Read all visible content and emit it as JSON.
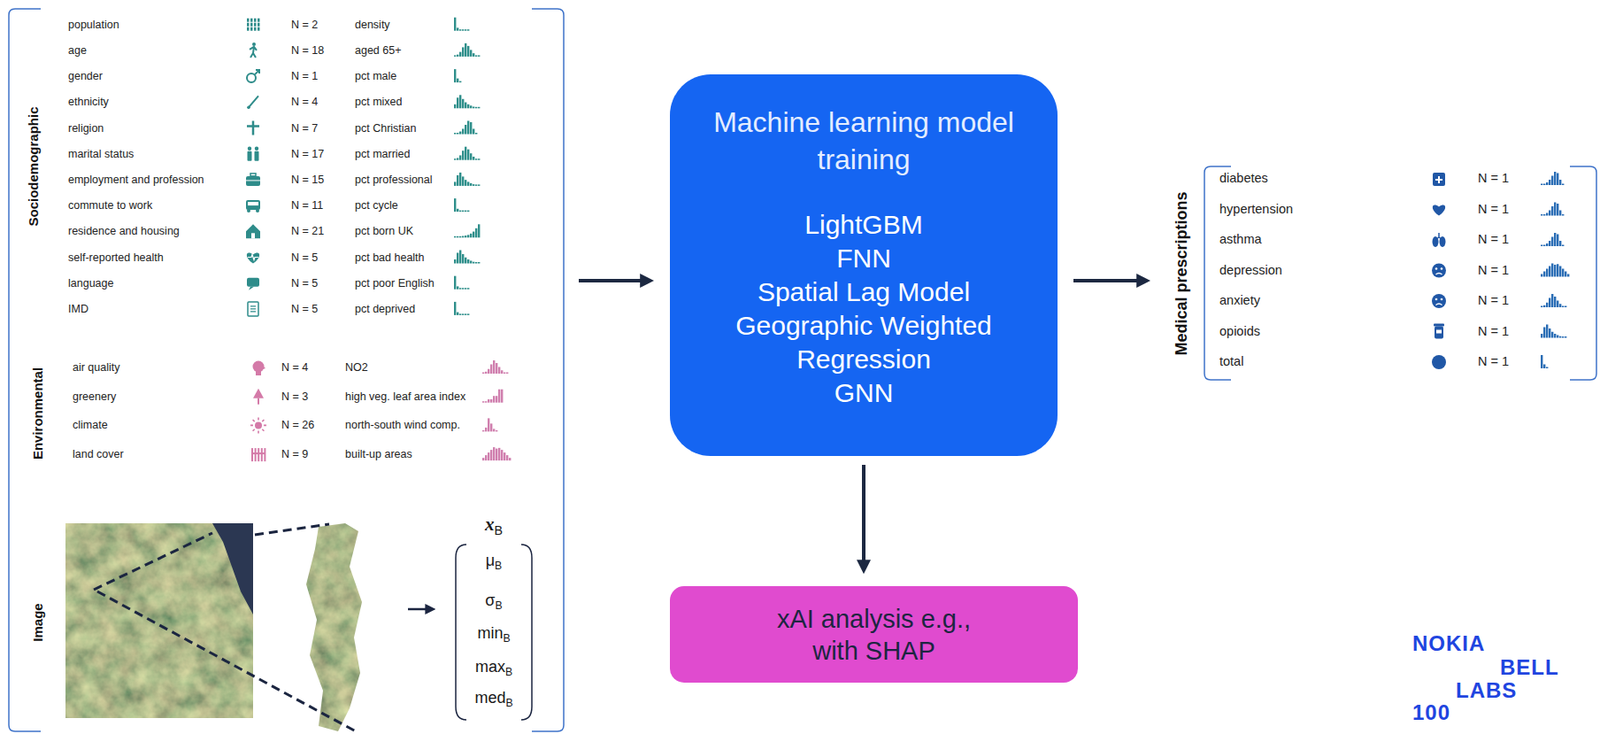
{
  "diagram": {
    "nodes": [
      {
        "text": [
          "Sociodemographic",
          "Environmental",
          "Image"
        ]
      },
      {
        "text": [
          "Machine learning model training",
          "LightGBM",
          "FNN",
          "Spatial Lag Model",
          "Geographic Weighted Regression",
          "GNN"
        ]
      },
      {
        "text": [
          "xAI analysis e.g., with SHAP"
        ]
      },
      {
        "text": [
          "Medical prescriptions"
        ]
      }
    ],
    "edges": [
      {
        "from": 0,
        "to": 1,
        "arrow": "to"
      },
      {
        "from": 1,
        "to": 3,
        "arrow": "to"
      },
      {
        "from": 1,
        "to": 2,
        "arrow": "to"
      }
    ],
    "labels": [
      "population",
      "N = 2",
      "density",
      "age",
      "N = 18",
      "aged 65+",
      "gender",
      "N = 1",
      "pct male",
      "ethnicity",
      "N = 4",
      "pct mixed",
      "religion",
      "N = 7",
      "pct Christian",
      "marital status",
      "N = 17",
      "pct married",
      "employment and profession",
      "N = 15",
      "pct professional",
      "commute to work",
      "N = 11",
      "pct cycle",
      "residence and housing",
      "N = 21",
      "pct born UK",
      "self-reported health",
      "N = 5",
      "pct bad health",
      "language",
      "N = 5",
      "pct poor English",
      "IMD",
      "N = 5",
      "pct deprived",
      "air quality",
      "N = 4",
      "NO2",
      "greenery",
      "N = 3",
      "high veg. leaf area index",
      "climate",
      "N = 26",
      "north-south wind comp.",
      "land cover",
      "N = 9",
      "built-up areas",
      "xB",
      "μB",
      "σB",
      "minB",
      "maxB",
      "medB",
      "diabetes",
      "N = 1",
      "hypertension",
      "N = 1",
      "asthma",
      "N = 1",
      "depression",
      "N = 1",
      "anxiety",
      "N = 1",
      "opioids",
      "N = 1",
      "total",
      "N = 1",
      "NOKIA",
      "BELL",
      "LABS",
      "100"
    ]
  }
}
